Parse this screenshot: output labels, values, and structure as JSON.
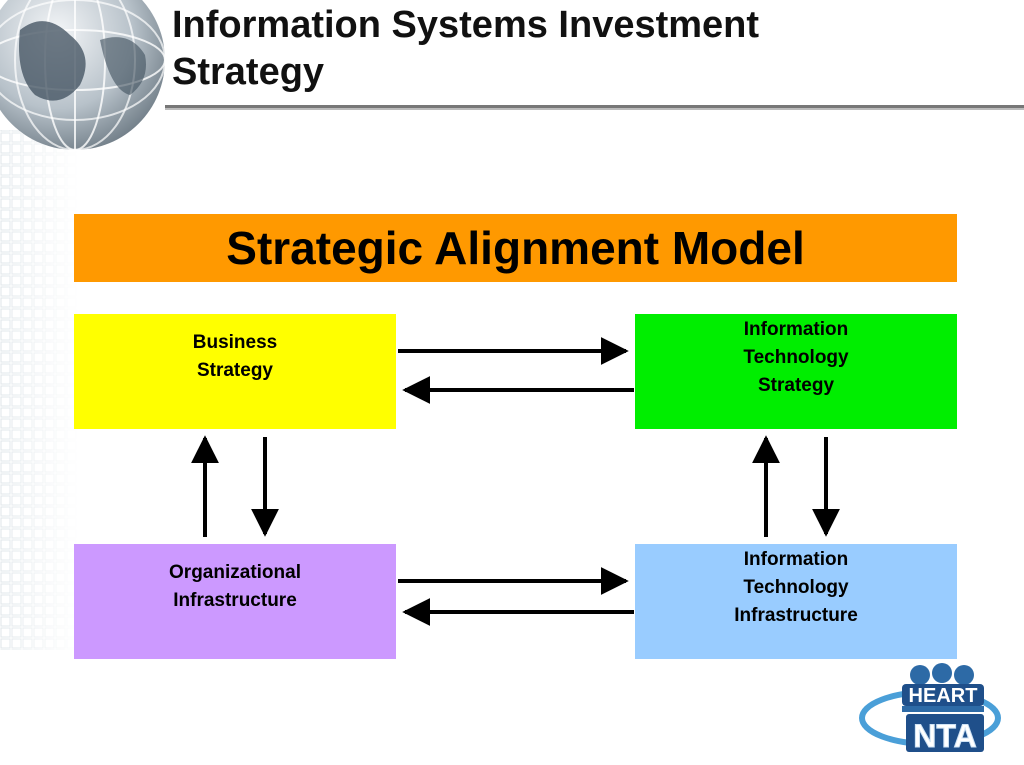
{
  "slide": {
    "title_line1": "Information Systems Investment",
    "title_line2": "Strategy"
  },
  "banner": {
    "text": "Strategic Alignment Model"
  },
  "boxes": {
    "business_strategy": "Business\nStrategy",
    "it_strategy": "Information\nTechnology\nStrategy",
    "org_infrastructure": "Organizational\nInfrastructure",
    "it_infrastructure": "Information\nTechnology\nInfrastructure"
  },
  "logo": {
    "text": "HEART"
  },
  "colors": {
    "banner": "#ff9900",
    "business_strategy": "#ffff00",
    "it_strategy": "#00ee00",
    "org_infrastructure": "#cc99ff",
    "it_infrastructure": "#99ccff"
  }
}
